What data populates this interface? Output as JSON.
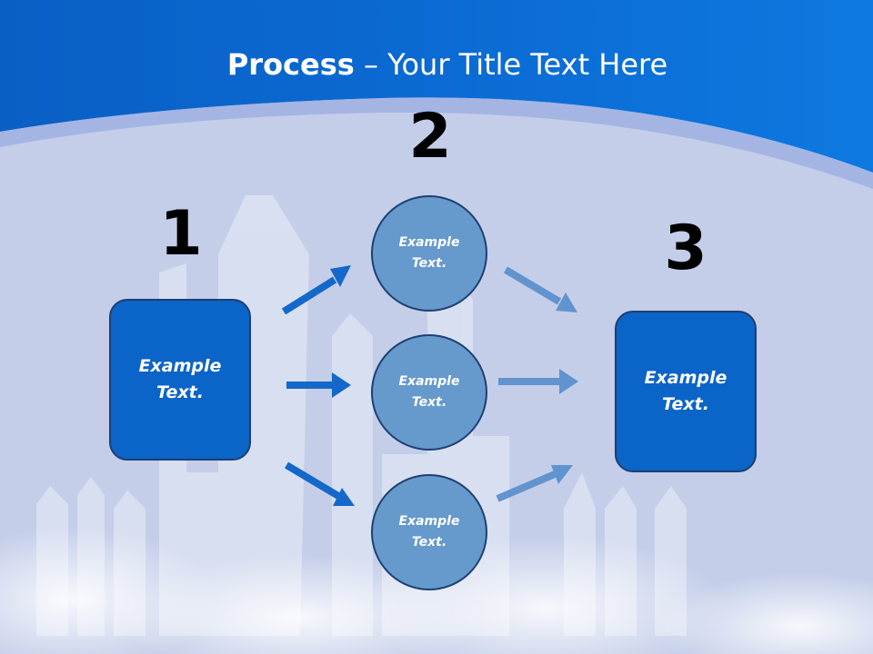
{
  "title": {
    "bold": "Process",
    "rest": " – Your Title Text Here"
  },
  "steps": [
    {
      "number": "1",
      "text": "Example Text."
    },
    {
      "number": "2",
      "items": [
        "Example Text.",
        "Example Text.",
        "Example Text."
      ]
    },
    {
      "number": "3",
      "text": "Example Text."
    }
  ],
  "colors": {
    "header": "#0b66cc",
    "box_fill": "#0b64c7",
    "circle_fill": "#6699cc",
    "arrow_dark": "#1468c9",
    "arrow_light": "#6193cf",
    "outline": "#1d3f73"
  }
}
